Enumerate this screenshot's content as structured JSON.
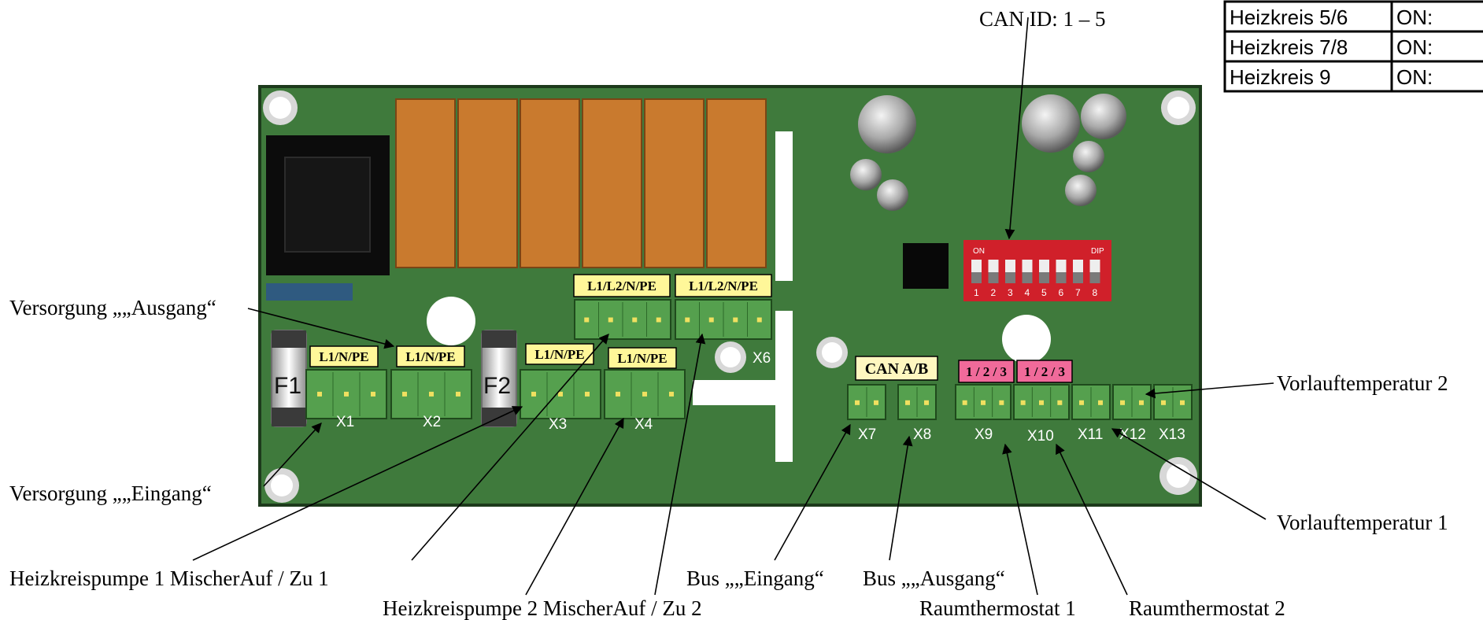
{
  "table": {
    "rows": [
      {
        "name": "Heizkreis 5/6",
        "value": "ON:"
      },
      {
        "name": "Heizkreis 7/8",
        "value": "ON:"
      },
      {
        "name": "Heizkreis 9",
        "value": "ON:"
      }
    ]
  },
  "can_id": "CAN ID:    1 – 5",
  "dip": {
    "on": "ON",
    "dip": "DIP",
    "numbers": [
      "1",
      "2",
      "3",
      "4",
      "5",
      "6",
      "7",
      "8"
    ]
  },
  "fuses": {
    "f1": "F1",
    "f2": "F2"
  },
  "connectors": {
    "x1": "X1",
    "x2": "X2",
    "x3": "X3",
    "x4": "X4",
    "x6": "X6",
    "x7": "X7",
    "x8": "X8",
    "x9": "X9",
    "x10": "X10",
    "x11": "X11",
    "x12": "X12",
    "x13": "X13"
  },
  "tags": {
    "l1_n_pe": "L1/N/PE",
    "l1_l2_n_pe": "L1/L2/N/PE",
    "can_ab": "CAN A/B",
    "thermo": "1 / 2 / 3"
  },
  "labels": {
    "versorgung_ausgang": "Versorgung „„Ausgang“",
    "versorgung_eingang": "Versorgung  „„Eingang“",
    "heizkreispumpe1": "Heizkreispumpe 1  MischerAuf / Zu 1",
    "heizkreispumpe2": "Heizkreispumpe  2 MischerAuf / Zu 2",
    "bus_eingang": "Bus „„Eingang“",
    "bus_ausgang": "Bus „„Ausgang“",
    "raumthermostat1": "Raumthermostat 1",
    "raumthermostat2": "Raumthermostat 2",
    "vorlauftemperatur1": "Vorlauftemperatur 1",
    "vorlauftemperatur2": "Vorlauftemperatur 2"
  },
  "colors": {
    "board": "#3f7a3c",
    "relay": "#c97a2e",
    "terminal": "#55a04e",
    "tag_yellow": "#fff799",
    "tag_pink": "#f06a9a",
    "dip_red": "#d0202a"
  }
}
